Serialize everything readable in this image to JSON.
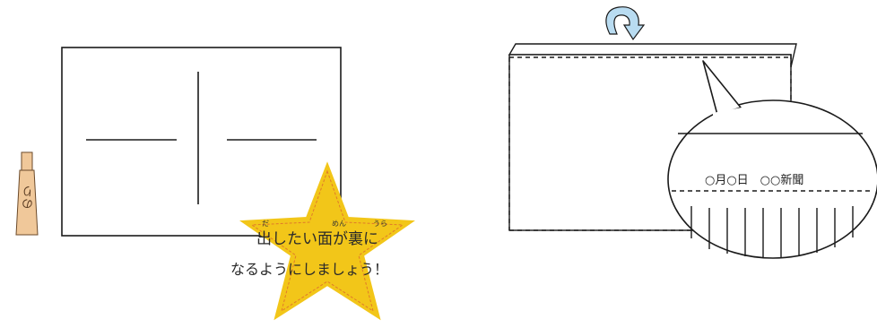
{
  "glue_tube": {
    "label": "のり"
  },
  "star": {
    "line1": "出したい面が裏に",
    "line2": "なるようにしましょう！",
    "furigana": [
      {
        "text": "だ"
      },
      {
        "text": "めん"
      },
      {
        "text": "うら"
      }
    ]
  },
  "zoom": {
    "caption": "○月○日　○○新聞"
  },
  "colors": {
    "star_fill": "#f2c619",
    "star_stitch": "#e07a2a",
    "glue_tube_fill": "#f0c89a",
    "arrow_fill": "#b9dcf1",
    "line": "#1a1a1a"
  }
}
